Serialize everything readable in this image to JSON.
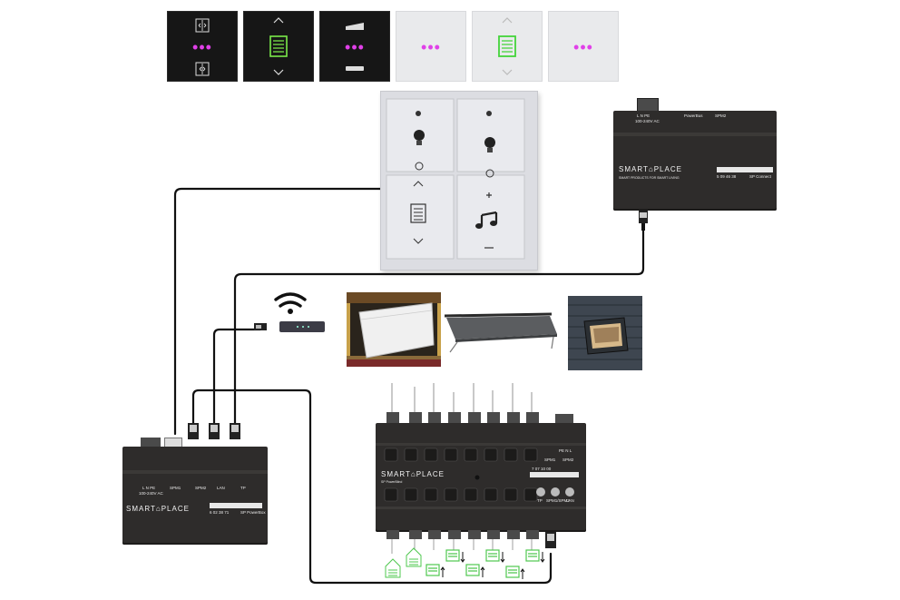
{
  "gateway": {
    "terminal_top": "L   N  PE",
    "voltage": "100-240V AC",
    "power_bus": "PowerBus",
    "spm2": "SPM2",
    "brand": "SMART",
    "brand2": "PLACE",
    "tagline": "SMART PRODUCTS FOR SMART LIVING",
    "serial": "5 09 46 38",
    "model": "SP Connect"
  },
  "powerbus": {
    "terminal_top": "L   N  PE",
    "voltage": "100-240V AC",
    "spm1": "SPM1",
    "spm2": "SPM2",
    "lan": "LAN",
    "tp": "TP",
    "brand": "SMART",
    "brand2": "PLACE",
    "serial": "6 02 38 71",
    "model": "SP PowerBox"
  },
  "actuator": {
    "brand": "SMART",
    "brand2": "PLACE",
    "serial": "7 07 10 00",
    "model": "SP PowerBlind",
    "labels": [
      "SPM1",
      "SPM2",
      "TP",
      "LAN",
      "SPM1/SPM2"
    ],
    "right_terminal": "PE  N  L"
  },
  "colors": {
    "accent_green": "#4fc84f",
    "led_magenta": "#e040e8",
    "module": "#2e2c2b",
    "cable": "#111111"
  },
  "icons": {
    "switch_tiles": [
      "door-icon",
      "blind-icon",
      "awning-icon",
      "dots-icon",
      "blind-icon",
      "dots-icon"
    ],
    "panel_buttons": [
      "bulb-icon",
      "bulb-icon",
      "blind-icon",
      "music-icon"
    ],
    "devices": [
      "wifi-router-icon",
      "garage-door-photo",
      "awning-photo",
      "roof-window-photo"
    ],
    "outputs": [
      "garage-icon",
      "garage-icon",
      "blind-up-icon",
      "blind-down-icon",
      "blind-up-icon",
      "blind-down-icon",
      "blind-up-icon",
      "blind-down-icon",
      "blind-up-icon",
      "blind-down-icon"
    ]
  }
}
